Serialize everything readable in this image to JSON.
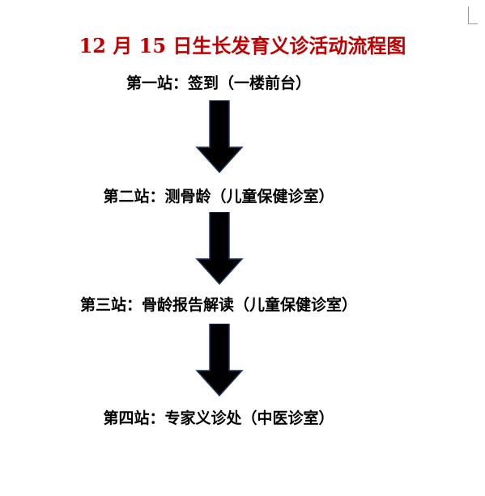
{
  "title": "12 月 15 日生长发育义诊活动流程图",
  "stations": [
    {
      "label": "第一站：签到（一楼前台）"
    },
    {
      "label": "第二站：测骨龄（儿童保健诊室）"
    },
    {
      "label": "第三站：骨龄报告解读（儿童保健诊室）"
    },
    {
      "label": "第四站：专家义诊处（中医诊室）"
    }
  ],
  "colors": {
    "title": "#c00000",
    "text": "#000000",
    "arrow_fill": "#000000",
    "arrow_stroke": "#1f3864"
  },
  "icons": [
    "down-arrow-icon"
  ]
}
